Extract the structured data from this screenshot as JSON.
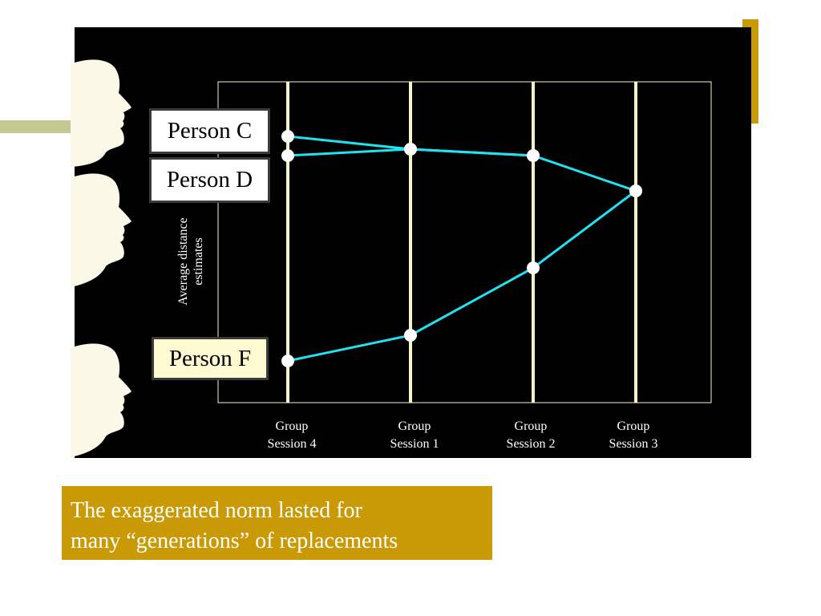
{
  "caption": {
    "line1": "The exaggerated norm lasted for",
    "line2": "many “generations” of replacements"
  },
  "people": [
    {
      "label": "Person C"
    },
    {
      "label": "Person D"
    },
    {
      "label": "Person F"
    }
  ],
  "colors": {
    "accent_gold": "#c99a06",
    "olive": "#c5c892",
    "series_line": "#1fe3f0",
    "session_line": "#f7f3c4",
    "panel": "#000000",
    "person_c_d_box": "#ffffff",
    "person_f_box": "#fdfad2"
  },
  "chart_data": {
    "type": "line",
    "categories": [
      "Group\nSession 4",
      "Group\nSession 1",
      "Group\nSession 2",
      "Group\nSession 3"
    ],
    "category_lines": [
      [
        "Group",
        "Session 4"
      ],
      [
        "Group",
        "Session 1"
      ],
      [
        "Group",
        "Session 2"
      ],
      [
        "Group",
        "Session 3"
      ]
    ],
    "ylabel": "Average distance estimates",
    "ylabel_lines": [
      "Average distance",
      "estimates"
    ],
    "ylim": [
      0,
      100
    ],
    "grid": false,
    "series": [
      {
        "name": "Person C",
        "values": [
          83,
          79,
          77,
          null
        ]
      },
      {
        "name": "Person D",
        "values": [
          77,
          79,
          77,
          66
        ]
      },
      {
        "name": "Person F",
        "values": [
          13,
          21,
          42,
          66
        ]
      }
    ]
  }
}
